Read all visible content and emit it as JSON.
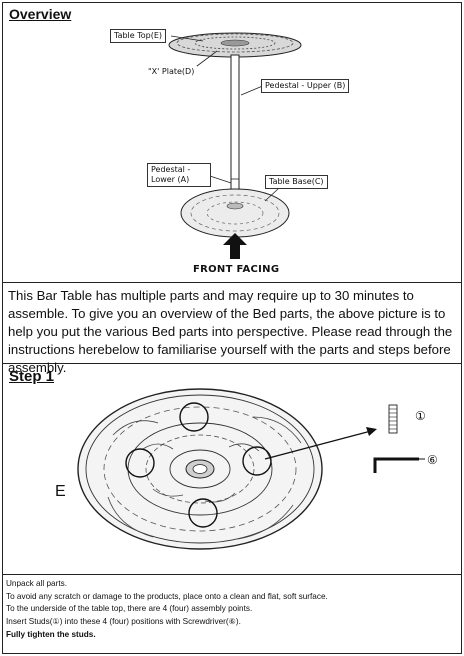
{
  "overview": {
    "title": "Overview",
    "labels": {
      "table_top": "Table Top(E)",
      "x_plate": "\"X' Plate(D)",
      "pedestal_upper": "Pedestal - Upper (B)",
      "pedestal_lower": "Pedestal - Lower (A)",
      "table_base": "Table Base(C)"
    },
    "front_facing": "FRONT FACING"
  },
  "intro_text": "This Bar Table has multiple parts and may require up to 30 minutes to assemble. To give you an overview of the Bed parts, the above picture is to help you put the various Bed parts into perspective. Please read through the instructions herebelow to familiarise yourself with the parts and steps before assembly.",
  "step1": {
    "title": "Step 1",
    "part_letter": "E",
    "stud_number": "①",
    "screwdriver_number": "⑥"
  },
  "instructions": [
    "Unpack all parts.",
    "To avoid any scratch or damage to the products, place onto a clean and flat, soft surface.",
    "To the underside of the table top, there are 4 (four) assembly points.",
    "Insert Studs(①) into these 4 (four) positions with Screwdriver(⑥).",
    "Fully tighten the studs."
  ]
}
